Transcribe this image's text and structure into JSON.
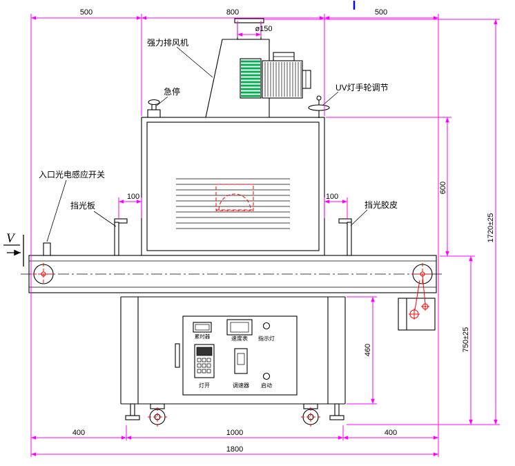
{
  "drawing": {
    "view_marker": "V",
    "labels": {
      "exhaust_fan": "强力排风机",
      "emergency_stop": "急停",
      "uv_handwheel": "UV灯手轮调节",
      "entry_sensor": "入口光电感应开关",
      "light_shield_plate": "挡光板",
      "light_shield_rubber": "挡光胶皮"
    },
    "control_panel": {
      "timer": "累时器",
      "speed_meter": "速度表",
      "indicator_light": "指示灯",
      "lamp_switch": "灯开",
      "speed_controller": "调速器",
      "start": "启动"
    },
    "dimensions": {
      "top_left": "500",
      "top_center": "800",
      "top_right": "500",
      "duct_diameter": "ø150",
      "shield_gap_left": "100",
      "shield_gap_right": "100",
      "body_height": "600",
      "overall_height": "1720±25",
      "conveyor_height": "750±25",
      "cabinet_height": "460",
      "bottom_left": "400",
      "bottom_center": "1000",
      "bottom_right": "400",
      "overall_width": "1800"
    },
    "colors": {
      "dimension_line": "#ff00ff",
      "outline": "#000000",
      "detail_red": "#ff0000",
      "fan_green": "#00b050",
      "cursor_blue": "#0000ff",
      "background": "#ffffff"
    }
  }
}
